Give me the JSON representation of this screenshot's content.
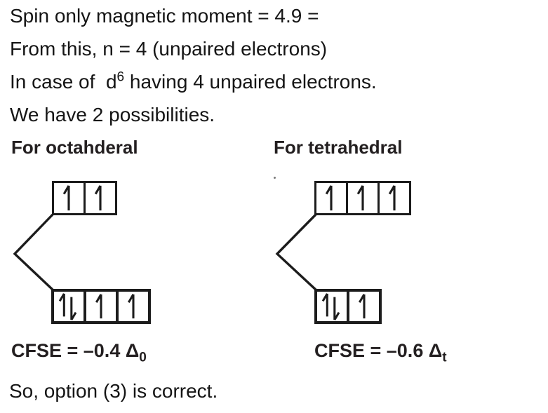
{
  "text": {
    "line1": "Spin only magnetic moment = 4.9 =",
    "line2": "From this, n = 4 (unpaired electrons)",
    "line3_pre": "In case of  d",
    "line3_sup": "6",
    "line3_post": " having 4 unpaired electrons.",
    "line4": "We have 2 possibilities.",
    "conclusion": "So, option (3) is correct."
  },
  "diagrams": [
    {
      "name": "octahedral",
      "header": "For octahderal",
      "top_cells": [
        "up",
        "up"
      ],
      "bottom_cells": [
        "updown",
        "up",
        "up"
      ],
      "cfse_prefix": "CFSE = –0.4 ",
      "delta": "Δ",
      "delta_sub": "0"
    },
    {
      "name": "tetrahedral",
      "header": "For tetrahedral",
      "top_cells": [
        "up",
        "up",
        "up"
      ],
      "bottom_cells": [
        "updown",
        "up"
      ],
      "cfse_prefix": "CFSE = –0.6 ",
      "delta": "Δ",
      "delta_sub": "t"
    }
  ],
  "colors": {
    "background": "#ffffff",
    "body_text": "#151515",
    "bold_text": "#231f20",
    "diagram_line": "#1c1c1c"
  }
}
